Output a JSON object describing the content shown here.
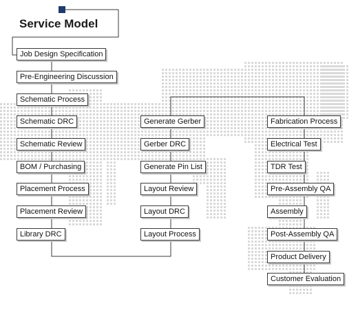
{
  "title": "Service Model",
  "colors": {
    "marker": "#1f3b6e",
    "line": "#3a3a3a",
    "map_dots": "#d9d9d9"
  },
  "columns": {
    "design": [
      "Job Design Specification",
      "Pre-Engineering Discussion",
      "Schematic Process",
      "Schematic DRC",
      "Schematic Review",
      "BOM / Purchasing",
      "Placement Process",
      "Placement Review",
      "Library  DRC"
    ],
    "layout": [
      "Generate Gerber",
      "Gerber DRC",
      "Generate Pin List",
      "Layout Review",
      "Layout DRC",
      "Layout Process"
    ],
    "fabrication": [
      "Fabrication Process",
      "Electrical Test",
      "TDR Test",
      "Pre-Assembly QA",
      "Assembly",
      "Post-Assembly QA",
      "Product Delivery",
      "Customer Evaluation"
    ]
  }
}
